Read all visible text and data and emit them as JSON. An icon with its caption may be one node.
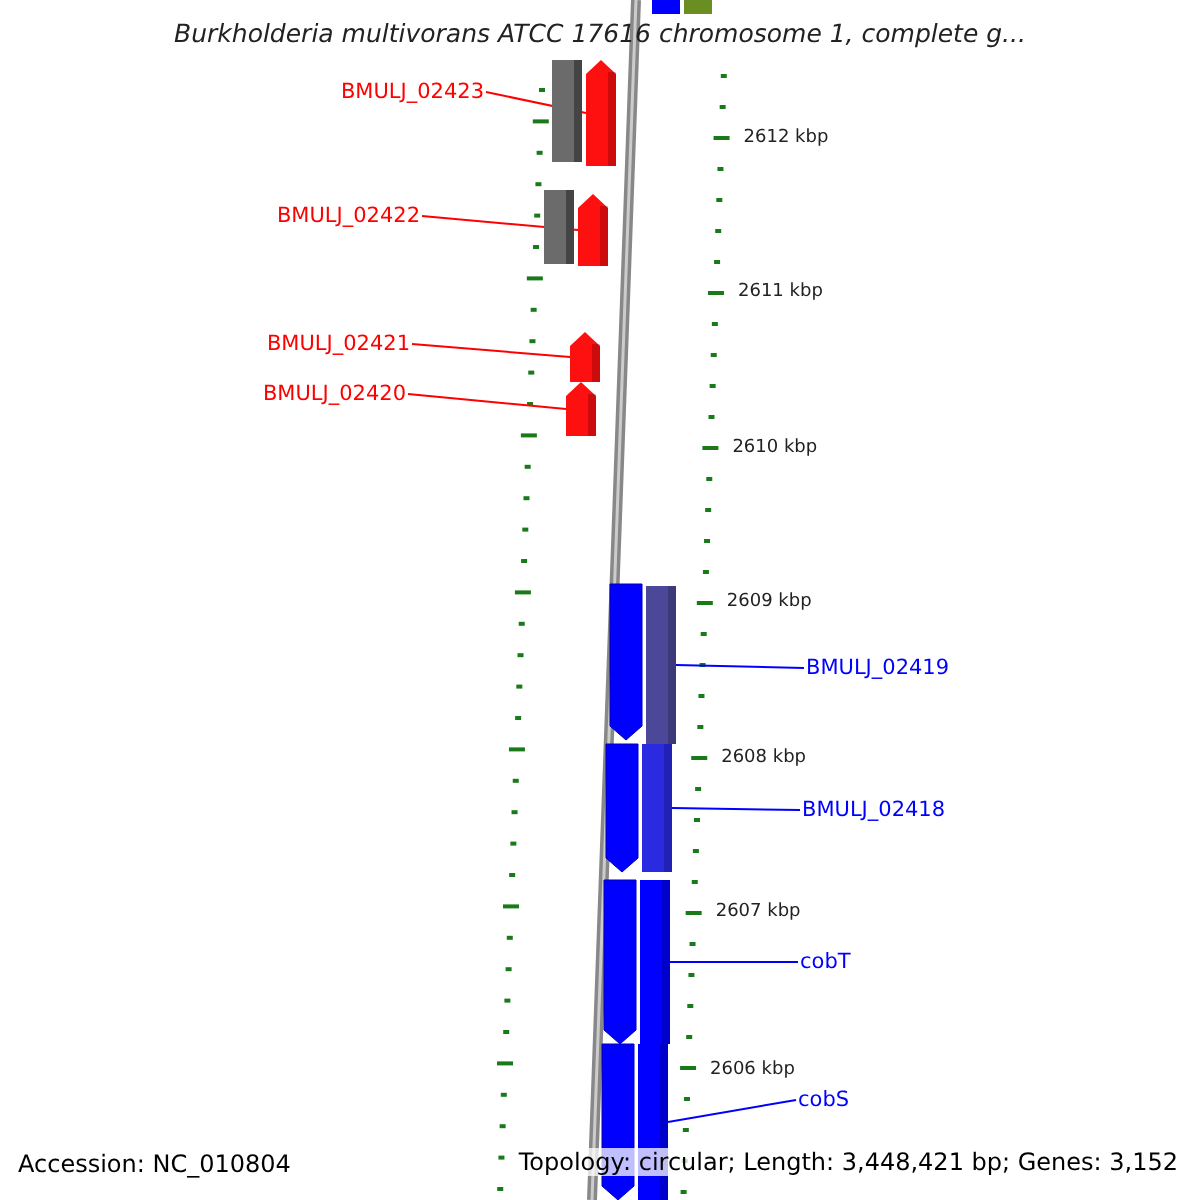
{
  "diagram": {
    "title": "Burkholderia multivorans ATCC 17616 chromosome 1, complete g...",
    "nodes": [
      {
        "text": [
          "BMULJ_02423"
        ]
      },
      {
        "text": [
          "BMULJ_02422"
        ]
      },
      {
        "text": [
          "BMULJ_02421"
        ]
      },
      {
        "text": [
          "BMULJ_02420"
        ]
      },
      {
        "text": [
          "BMULJ_02419"
        ]
      },
      {
        "text": [
          "BMULJ_02418"
        ]
      },
      {
        "text": [
          "cobT"
        ]
      },
      {
        "text": [
          "cobS"
        ]
      },
      {
        "text": [],
        "shape": "arrow"
      },
      {
        "text": [],
        "shape": "arrow"
      },
      {
        "text": [],
        "shape": "arrow"
      },
      {
        "text": [],
        "shape": "arrow"
      },
      {
        "text": [],
        "shape": "bar"
      },
      {
        "text": [],
        "shape": "bar"
      },
      {
        "text": [],
        "shape": "bar"
      },
      {
        "text": [],
        "shape": "bar"
      }
    ],
    "edges": [
      {
        "from": 0,
        "to": 8,
        "arrow": "none"
      },
      {
        "from": 1,
        "to": 9,
        "arrow": "none"
      },
      {
        "from": 2,
        "to": 10,
        "arrow": "none"
      },
      {
        "from": 3,
        "to": 11,
        "arrow": "none"
      },
      {
        "from": 4,
        "to": 12,
        "arrow": "none",
        "color": "#0000ff"
      },
      {
        "from": 5,
        "to": 13,
        "arrow": "none",
        "color": "#0000ff"
      },
      {
        "from": 6,
        "to": 14,
        "arrow": "none",
        "color": "#0000ff"
      },
      {
        "from": 7,
        "to": 15,
        "arrow": "none",
        "color": "#0000ff"
      }
    ],
    "labels": [
      "2612 kbp",
      "2611 kbp",
      "2610 kbp",
      "2609 kbp",
      "2608 kbp",
      "2607 kbp",
      "2606 kbp",
      "Accession: NC_010804",
      "Topology: circular; Length: 3,448,421 bp; Genes: 3,152"
    ]
  }
}
